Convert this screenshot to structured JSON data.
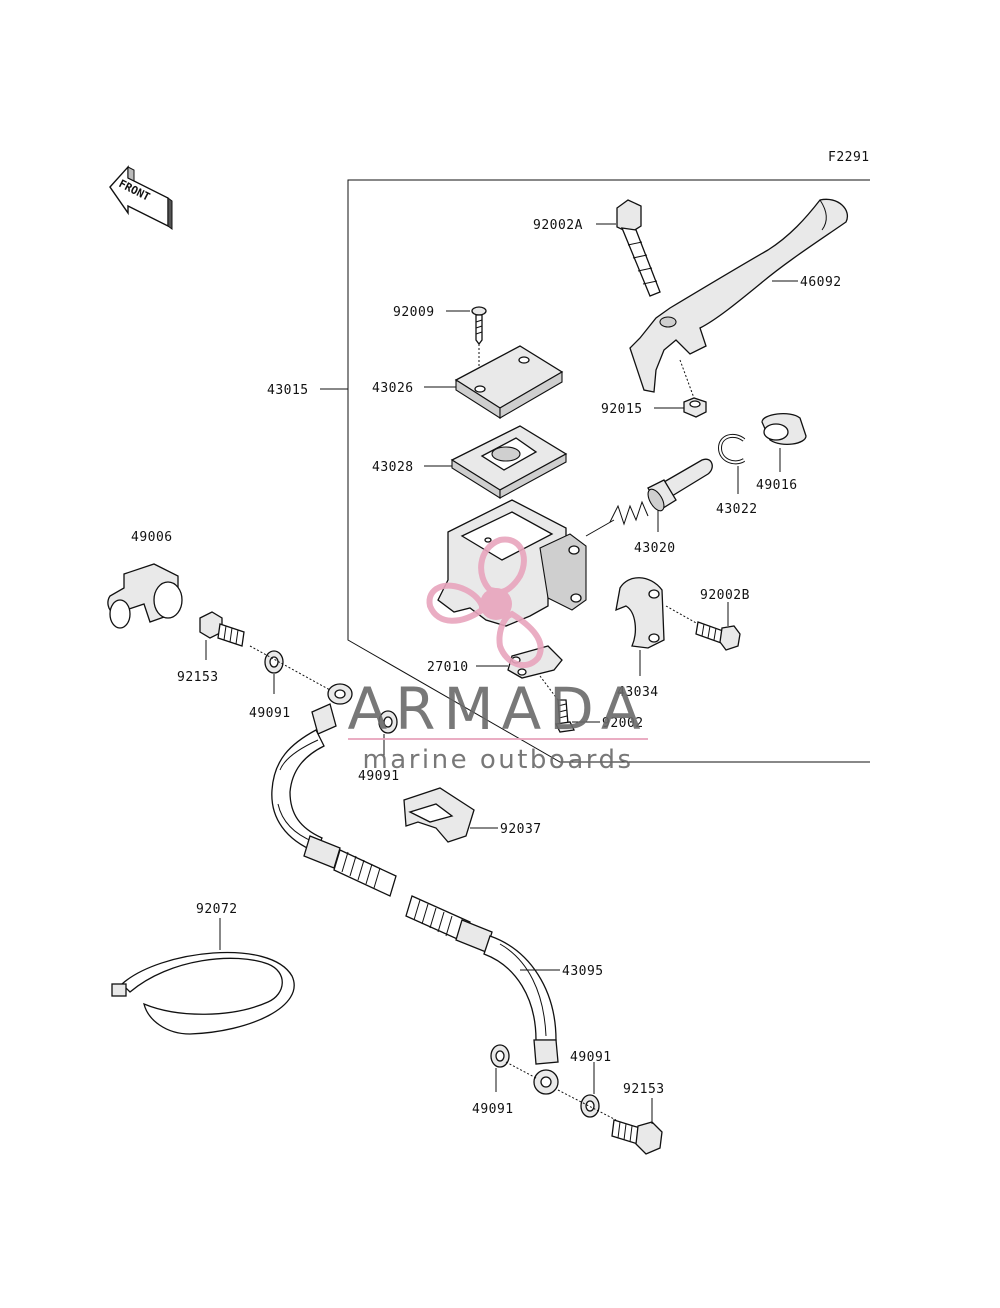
{
  "figure_code": "F2291",
  "front_arrow": {
    "text": "FRONT"
  },
  "labels": {
    "p92002A": "92002A",
    "p46092": "46092",
    "p92009": "92009",
    "p43015": "43015",
    "p43026": "43026",
    "p92015": "92015",
    "p43028": "43028",
    "p43022": "43022",
    "p49016": "49016",
    "p43020": "43020",
    "p49006": "49006",
    "p92002B": "92002B",
    "p92153a": "92153",
    "p27010": "27010",
    "p43034": "43034",
    "p49091a": "49091",
    "p92002": "92002",
    "p49091b": "49091",
    "p92037": "92037",
    "p92072": "92072",
    "p43095": "43095",
    "p49091c": "49091",
    "p92153b": "92153",
    "p49091d": "49091"
  },
  "watermark": {
    "brand": "ARMADA",
    "tagline": "marine outboards",
    "accent_color": "#e8a5bd",
    "text_color": "#6a6a6a"
  }
}
